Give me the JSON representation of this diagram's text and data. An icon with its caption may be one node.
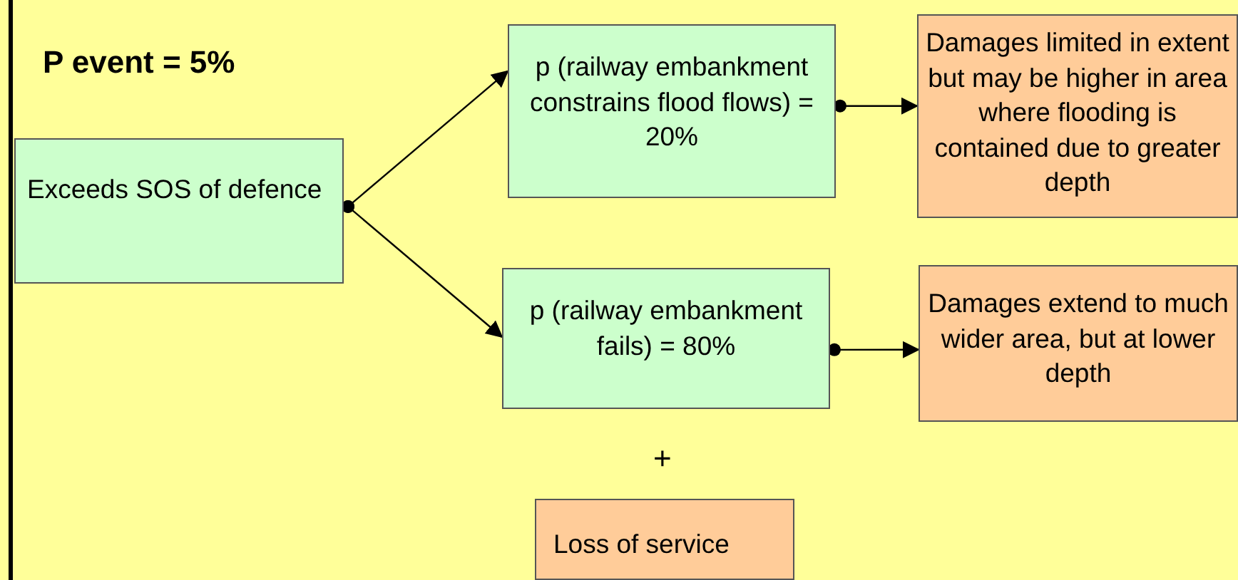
{
  "diagram": {
    "title": "P event = 5%",
    "nodes": [
      {
        "text": [
          "Exceeds SOS of defence"
        ]
      },
      {
        "text": [
          "p (railway embankment constrains flood flows) = 20%"
        ]
      },
      {
        "text": [
          "p (railway embankment fails) = 80%"
        ]
      },
      {
        "text": [
          "Damages limited in extent but may be higher in area where flooding is contained due to greater depth"
        ]
      },
      {
        "text": [
          "Damages extend to much wider area, but at lower depth"
        ]
      },
      {
        "text": [
          "Loss of service"
        ]
      }
    ],
    "edges": [
      {
        "from": 0,
        "to": 1,
        "arrow": "to"
      },
      {
        "from": 0,
        "to": 2,
        "arrow": "to"
      },
      {
        "from": 1,
        "to": 3,
        "arrow": "to"
      },
      {
        "from": 2,
        "to": 4,
        "arrow": "to"
      }
    ],
    "labels": [
      "+"
    ]
  }
}
